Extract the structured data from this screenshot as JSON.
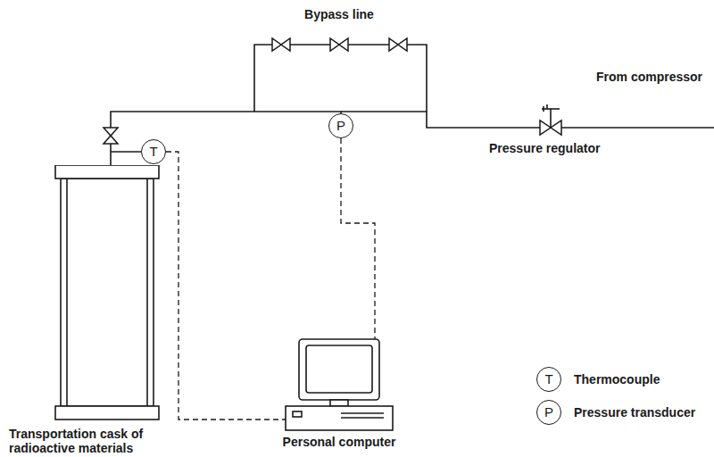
{
  "diagram": {
    "nodes": [
      {
        "text": [
          "T"
        ]
      },
      {
        "text": [
          "P"
        ]
      },
      {
        "text": [
          "Transportation cask of radioactive materials"
        ]
      },
      {
        "text": [
          "Personal computer"
        ]
      }
    ],
    "edges": [
      {
        "from": 2,
        "to": 1,
        "arrow": "none"
      },
      {
        "from": 0,
        "to": 3,
        "arrow": "none"
      },
      {
        "from": 1,
        "to": 3,
        "arrow": "none"
      }
    ],
    "labels": [
      "Bypass line",
      "From compressor",
      "Pressure regulator",
      "T",
      "P"
    ],
    "legend": [
      {
        "text": "Thermocouple"
      },
      {
        "text": "Pressure transducer"
      }
    ]
  }
}
